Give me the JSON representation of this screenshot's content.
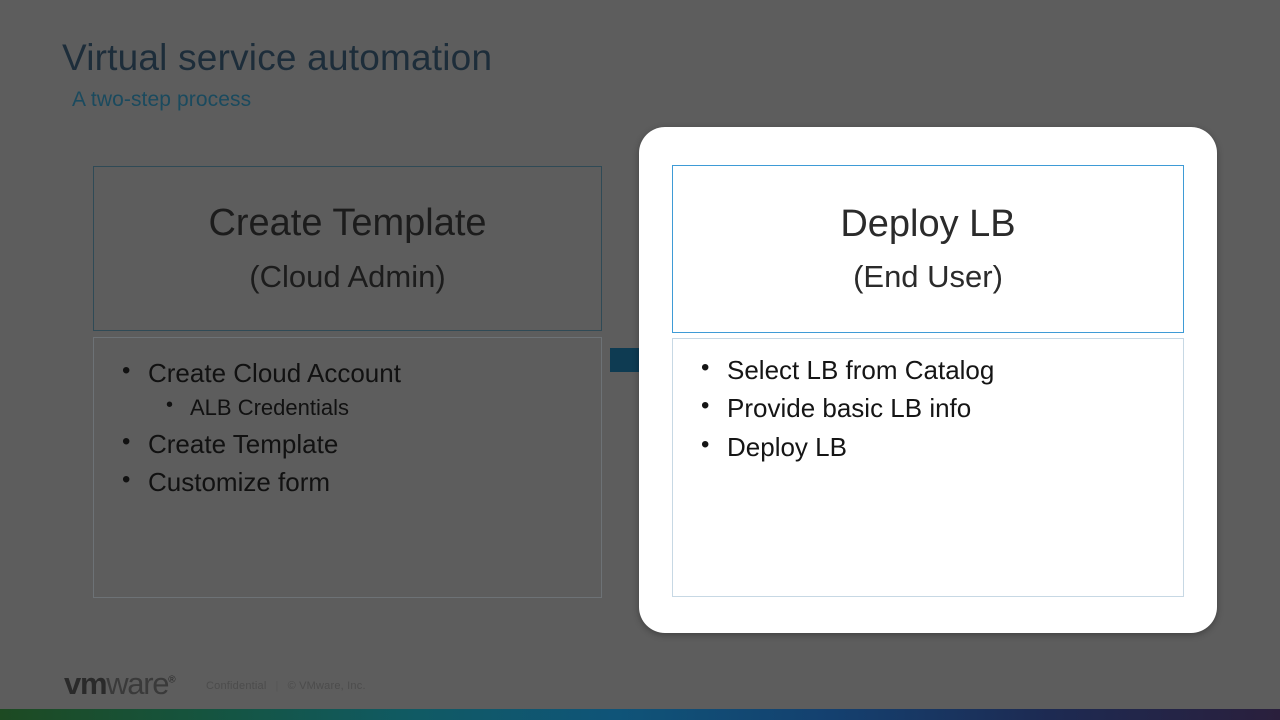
{
  "slide": {
    "title": "Virtual service automation",
    "subtitle": "A two-step process",
    "background_color": "#5d5d5d",
    "accent_blue": "#1c8fd0",
    "accent_dark_blue": "#0e3b52",
    "title_color": "#1d2d3a",
    "subtitle_color": "#1a4a5e"
  },
  "steps": [
    {
      "id": "create-template",
      "title": "Create Template",
      "role": "(Cloud Admin)",
      "style": "gray-outline",
      "bullets": [
        {
          "text": "Create Cloud Account",
          "level": 1
        },
        {
          "text": "ALB Credentials",
          "level": 2
        },
        {
          "text": "Create Template",
          "level": 1
        },
        {
          "text": "Customize form",
          "level": 1
        }
      ]
    },
    {
      "id": "deploy-lb",
      "title": "Deploy LB",
      "role": "(End User)",
      "style": "white-card",
      "bullets": [
        {
          "text": "Select LB from Catalog",
          "level": 1
        },
        {
          "text": "Provide basic LB info",
          "level": 1
        },
        {
          "text": "Deploy LB",
          "level": 1
        }
      ]
    }
  ],
  "connector": {
    "icon": "right-arrow-icon",
    "direction": "right"
  },
  "footer": {
    "logo_vm": "vm",
    "logo_ware": "ware",
    "logo_tm": "®",
    "confidential": "Confidential",
    "separator": "|",
    "copyright": "© VMware, Inc."
  }
}
